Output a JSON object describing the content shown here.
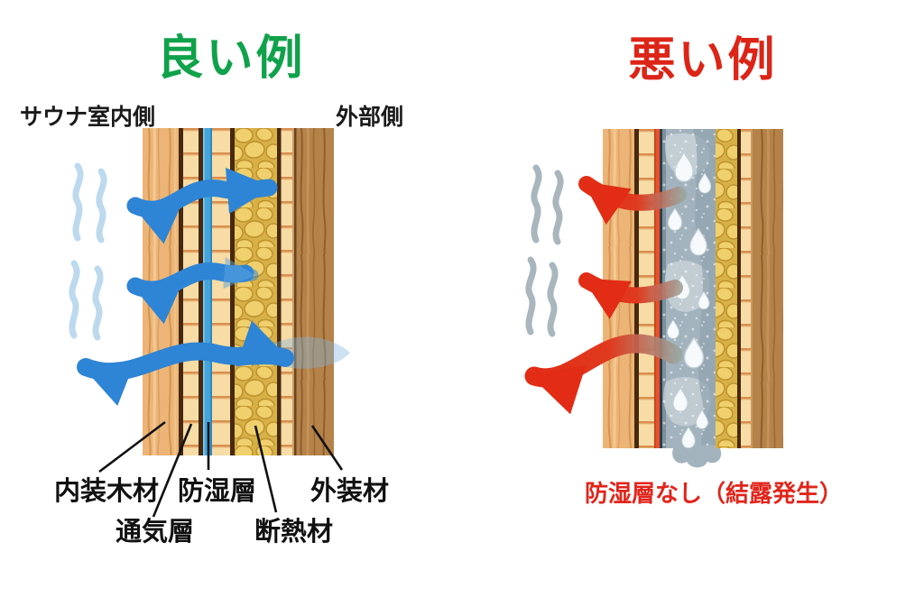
{
  "good": {
    "title": "良い例",
    "side_left_label": "サウナ室内側",
    "side_right_label": "外部側",
    "labels": {
      "interior_wood": "内装木材",
      "ventilation_layer": "通気層",
      "vapor_barrier": "防湿層",
      "insulation": "断熱材",
      "exterior_material": "外装材"
    }
  },
  "bad": {
    "title": "悪い例",
    "caption": "防湿層なし（結露発生）"
  },
  "colors": {
    "good_title_green": "#10a24b",
    "bad_title_red": "#dc2417",
    "caption_red": "#e1251b",
    "vapor_barrier_blue": "#44a5dc",
    "moisture_arrow_blue": "#2e84d5",
    "heat_arrow_red": "#e22c15",
    "condensation_gray": "#a3b3be",
    "insulation_yellow": "#e7c35a",
    "interior_wood_tan": "#ecb577",
    "exterior_wood_brown": "#b5834a",
    "missing_barrier_strip_red": "#e8512b",
    "steam_blue": "#bcd9ee",
    "steam_gray": "#a9b6be"
  }
}
